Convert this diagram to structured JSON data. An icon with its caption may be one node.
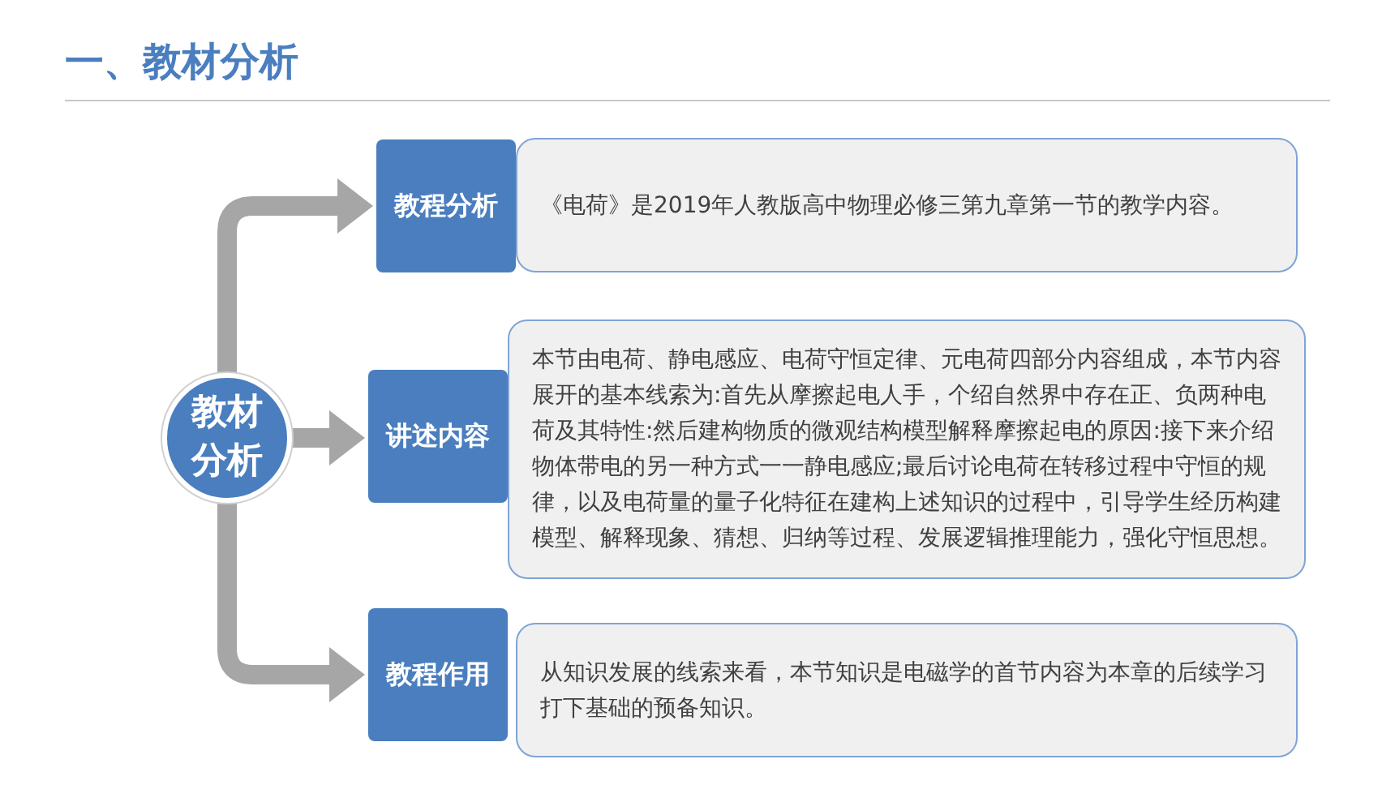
{
  "diagram": {
    "title": "一、教材分析",
    "nodes": [
      {
        "text": [
          "教材分析"
        ]
      },
      {
        "text": [
          "教程分析"
        ]
      },
      {
        "text": [
          "《电荷》是2019年人教版高中物理必修三第九章第一节的教学内容。"
        ]
      },
      {
        "text": [
          "讲述内容"
        ]
      },
      {
        "text": [
          "本节由电荷、静电感应、电荷守恒定律、元电荷四部分内容组成，本节内容展开的基本线索为:首先从摩擦起电人手，个绍自然界中存在正、负两种电荷及其特性:然后建构物质的微观结构模型解释摩擦起电的原因:接下来介绍物体带电的另一种方式一一静电感应;最后讨论电荷在转移过程中守恒的规律，以及电荷量的量子化特征在建构上述知识的过程中，引导学生经历构建模型、解释现象、猜想、归纳等过程、发展逻辑推理能力，强化守恒思想。"
        ]
      },
      {
        "text": [
          "教程作用"
        ]
      },
      {
        "text": [
          "从知识发展的线索来看，本节知识是电磁学的首节内容为本章的后续学习打下基础的预备知识。"
        ]
      }
    ],
    "edges": [
      {
        "from": 0,
        "to": 1,
        "arrow": "to"
      },
      {
        "from": 0,
        "to": 3,
        "arrow": "to"
      },
      {
        "from": 0,
        "to": 5,
        "arrow": "to"
      }
    ]
  }
}
